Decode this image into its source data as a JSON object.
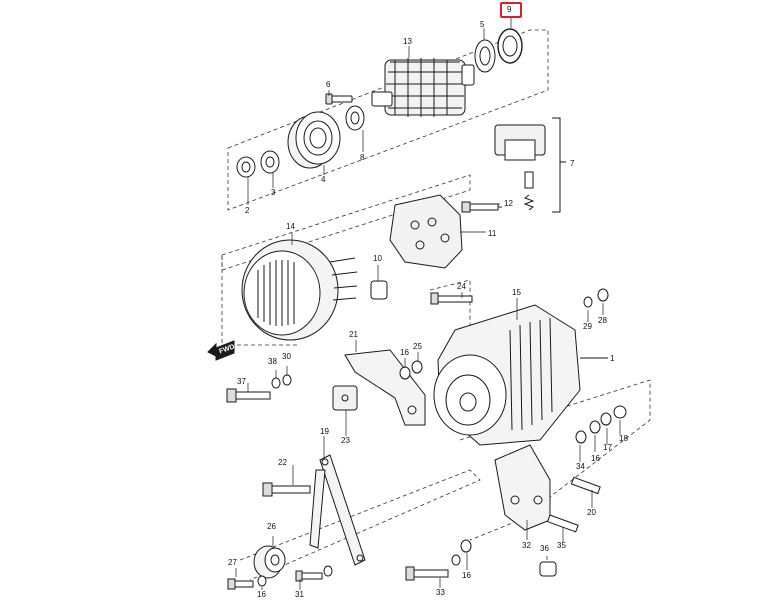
{
  "highlight": {
    "label": "9",
    "color": "#d9202a"
  },
  "callouts": {
    "c1": "1",
    "c2": "2",
    "c3": "3",
    "c4": "4",
    "c5": "5",
    "c6": "6",
    "c7": "7",
    "c8": "8",
    "c9": "9",
    "c10": "10",
    "c11": "11",
    "c12": "12",
    "c13": "13",
    "c14": "14",
    "c15": "15",
    "c16a": "16",
    "c16b": "16",
    "c16c": "16",
    "c16d": "16",
    "c17": "17",
    "c18": "18",
    "c19": "19",
    "c20": "20",
    "c21": "21",
    "c22": "22",
    "c23": "23",
    "c24": "24",
    "c25": "25",
    "c26": "26",
    "c27": "27",
    "c28": "28",
    "c29": "29",
    "c30": "30",
    "c31": "31",
    "c32": "32",
    "c33": "33",
    "c34": "34",
    "c35": "35",
    "c36": "36",
    "c37": "37",
    "c38": "38"
  },
  "direction_marker": {
    "label": "FWD"
  }
}
